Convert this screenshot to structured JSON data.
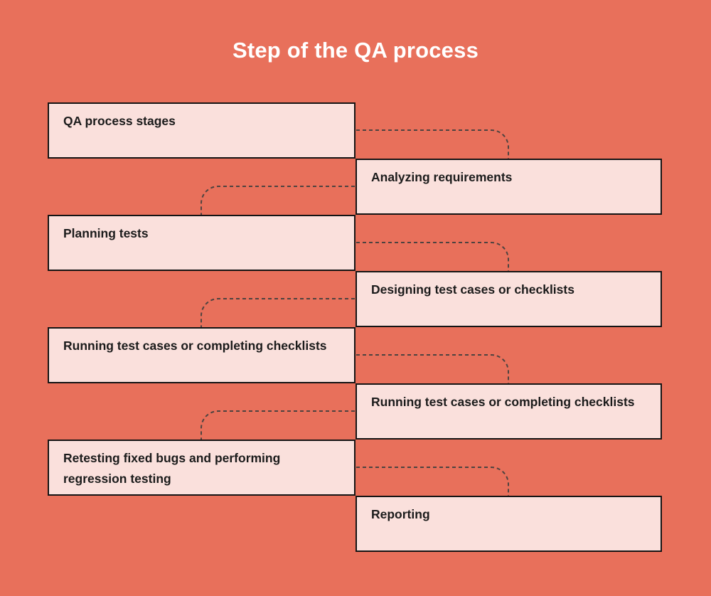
{
  "title": "Step of the QA process",
  "steps": [
    {
      "label": "QA process stages",
      "side": "left"
    },
    {
      "label": "Analyzing requirements",
      "side": "right"
    },
    {
      "label": "Planning tests",
      "side": "left"
    },
    {
      "label": "Designing test cases or checklists",
      "side": "right"
    },
    {
      "label": "Running test cases or completing checklists",
      "side": "left"
    },
    {
      "label": "Running test cases or completing checklists",
      "side": "right"
    },
    {
      "label": "Retesting fixed bugs and performing regression testing",
      "side": "left"
    },
    {
      "label": "Reporting",
      "side": "right"
    }
  ],
  "colors": {
    "background": "#E8705B",
    "box_fill": "#FAE0DC",
    "box_border": "#141414",
    "box_text": "#1B1B1B",
    "title_text": "#FFFFFF",
    "connector": "#4D4340"
  },
  "connector_style": "dashed-rounded-elbow"
}
